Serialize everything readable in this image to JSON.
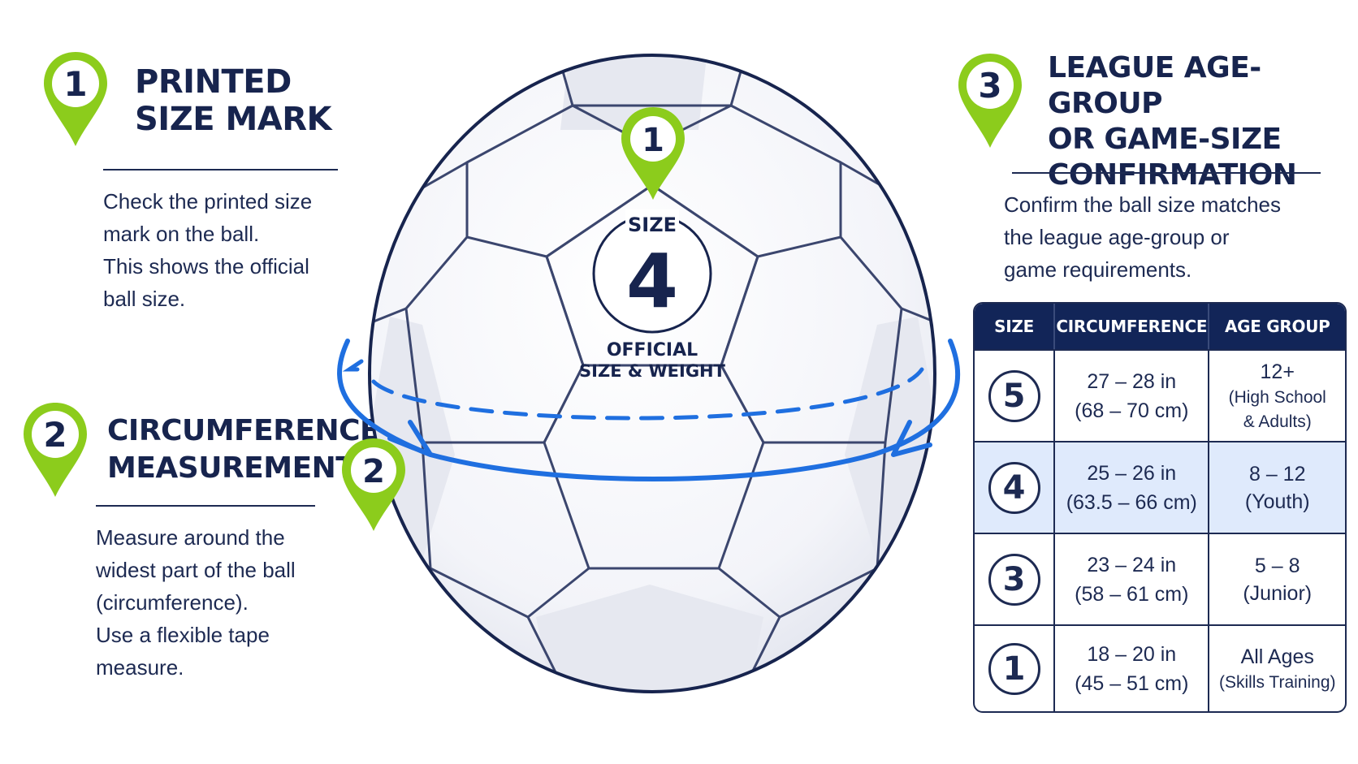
{
  "section1": {
    "number": "1",
    "title_lines": [
      "PRINTED",
      "SIZE MARK"
    ],
    "description_lines": [
      "Check the printed size",
      "mark on the ball.",
      "This shows the official",
      "ball size."
    ]
  },
  "section2": {
    "number": "2",
    "title_lines": [
      "CIRCUMFERENCE",
      "MEASUREMENT"
    ],
    "description_lines": [
      "Measure around the",
      "widest part of the ball",
      "(circumference).",
      "Use a flexible tape",
      "measure."
    ]
  },
  "section3": {
    "number": "3",
    "title_lines": [
      "LEAGUE AGE-GROUP",
      "OR GAME-SIZE",
      "CONFIRMATION"
    ],
    "description_lines": [
      "Confirm the ball size matches",
      "the league age-group or",
      "game requirements."
    ]
  },
  "ball": {
    "pin_top_number": "1",
    "pin_side_number": "2",
    "label_size": "SIZE",
    "size_number": "4",
    "label_official_lines": [
      "OFFICIAL",
      "SIZE & WEIGHT"
    ]
  },
  "table": {
    "headers": [
      "SIZE",
      "CIRCUMFERENCE",
      "AGE GROUP"
    ],
    "rows": [
      {
        "size": "5",
        "circ_in": "27 – 28 in",
        "circ_cm": "(68 – 70 cm)",
        "age_main": "12+",
        "age_sub": "(High School",
        "age_sub2": "& Adults)"
      },
      {
        "size": "4",
        "circ_in": "25 – 26 in",
        "circ_cm": "(63.5 – 66 cm)",
        "age_main": "8 – 12",
        "age_sub": "(Youth)",
        "age_sub2": ""
      },
      {
        "size": "3",
        "circ_in": "23 – 24 in",
        "circ_cm": "(58 – 61 cm)",
        "age_main": "5 – 8",
        "age_sub": "(Junior)",
        "age_sub2": ""
      },
      {
        "size": "1",
        "circ_in": "18 – 20 in",
        "circ_cm": "(45 – 51 cm)",
        "age_main": "All Ages",
        "age_sub": "(Skills Training)",
        "age_sub2": ""
      }
    ],
    "highlight_row_index": 1
  },
  "colors": {
    "navy": "#17244e",
    "green": "#8ccc1c",
    "blue": "#1f6fe0",
    "highlight": "#dfeafc"
  }
}
